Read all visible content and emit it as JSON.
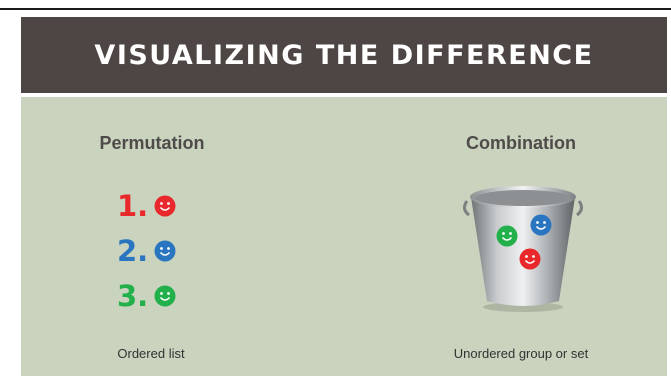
{
  "header": {
    "title": "VISUALIZING THE DIFFERENCE"
  },
  "permutation": {
    "title": "Permutation",
    "items": [
      {
        "number": "1.",
        "color": "#e8282a"
      },
      {
        "number": "2.",
        "color": "#2a75c0"
      },
      {
        "number": "3.",
        "color": "#22b04b"
      }
    ],
    "caption": "Ordered list"
  },
  "combination": {
    "title": "Combination",
    "balls": [
      {
        "color": "#22b04b",
        "icon": "green-smiley-icon"
      },
      {
        "color": "#2a75c0",
        "icon": "blue-smiley-icon"
      },
      {
        "color": "#e8282a",
        "icon": "red-smiley-icon"
      }
    ],
    "caption": "Unordered group or set"
  }
}
